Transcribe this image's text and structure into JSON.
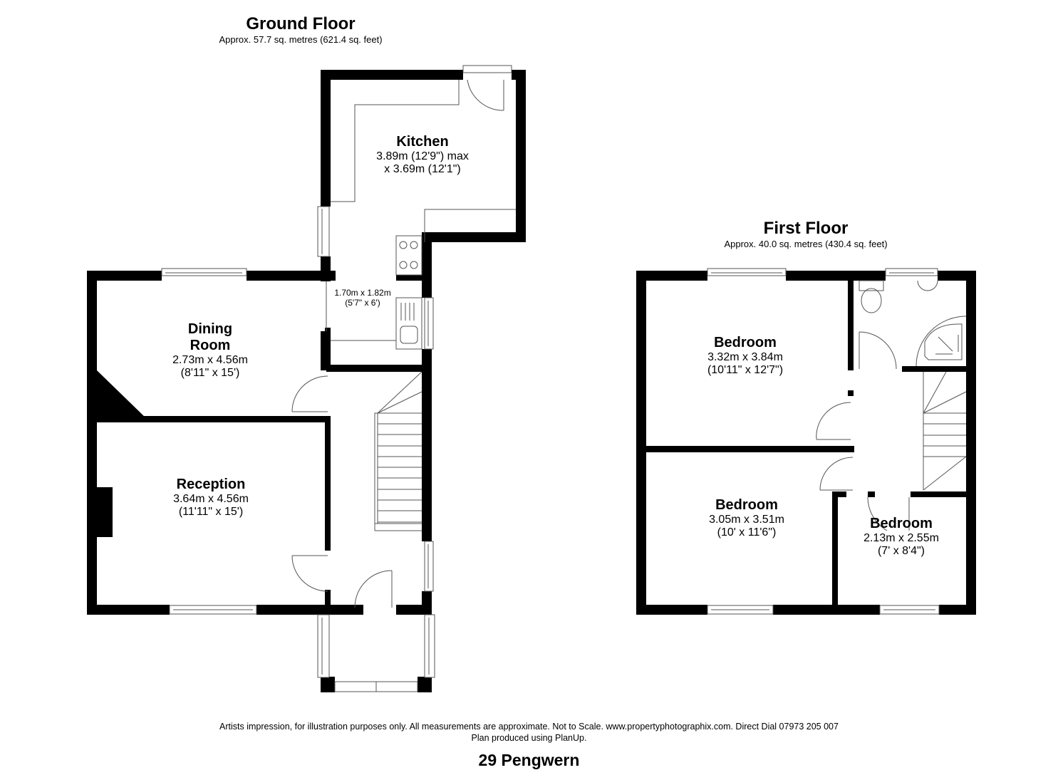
{
  "ground_floor": {
    "title": "Ground Floor",
    "area": "Approx. 57.7 sq. metres (621.4 sq. feet)",
    "rooms": [
      {
        "name": "Kitchen",
        "dim1": "3.89m (12'9\") max",
        "dim2": "x 3.69m (12'1\")"
      },
      {
        "name": "Dining",
        "name2": "Room",
        "dim1": "2.73m x 4.56m",
        "dim2": "(8'11\" x 15')"
      },
      {
        "name": "Reception",
        "dim1": "3.64m x 4.56m",
        "dim2": "(11'11\" x 15')"
      }
    ],
    "utility": {
      "dim1": "1.70m x 1.82m",
      "dim2": "(5'7\" x 6')"
    }
  },
  "first_floor": {
    "title": "First Floor",
    "area": "Approx. 40.0 sq. metres (430.4 sq. feet)",
    "rooms": [
      {
        "name": "Bedroom",
        "dim1": "3.32m x 3.84m",
        "dim2": "(10'11\" x 12'7\")"
      },
      {
        "name": "Bedroom",
        "dim1": "3.05m x 3.51m",
        "dim2": "(10' x 11'6\")"
      },
      {
        "name": "Bedroom",
        "dim1": "2.13m x 2.55m",
        "dim2": "(7' x 8'4\")"
      }
    ]
  },
  "footer": {
    "disclaimer": "Artists impression, for illustration purposes only. All measurements are approximate. Not to Scale. www.propertyphotographix.com. Direct Dial 07973 205 007",
    "credit": "Plan produced using PlanUp.",
    "property_name": "29 Pengwern"
  },
  "colors": {
    "wall": "#000000",
    "line": "#555555",
    "background": "#ffffff"
  }
}
